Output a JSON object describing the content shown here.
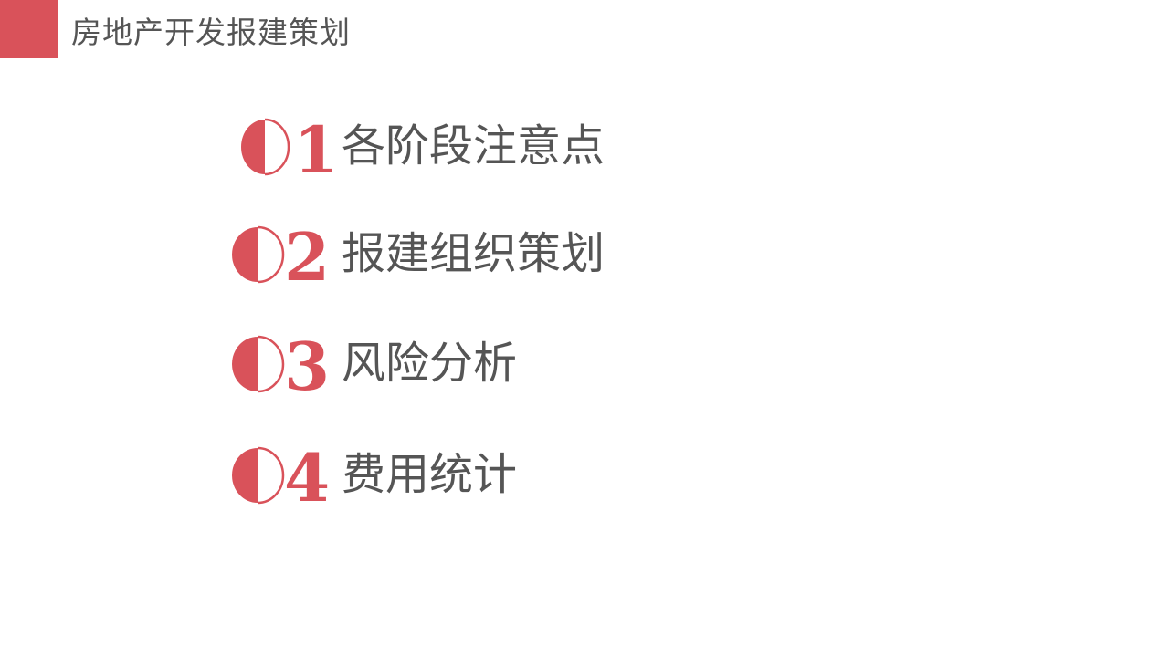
{
  "header": {
    "title": "房地产开发报建策划",
    "accent_color": "#d9525a"
  },
  "toc": {
    "items": [
      {
        "number": "01",
        "digit": "1",
        "label": "各阶段注意点"
      },
      {
        "number": "02",
        "digit": "2",
        "label": "报建组织策划"
      },
      {
        "number": "03",
        "digit": "3",
        "label": "风险分析"
      },
      {
        "number": "04",
        "digit": "4",
        "label": "费用统计"
      }
    ],
    "number_color": "#d9525a",
    "label_color": "#555555"
  }
}
